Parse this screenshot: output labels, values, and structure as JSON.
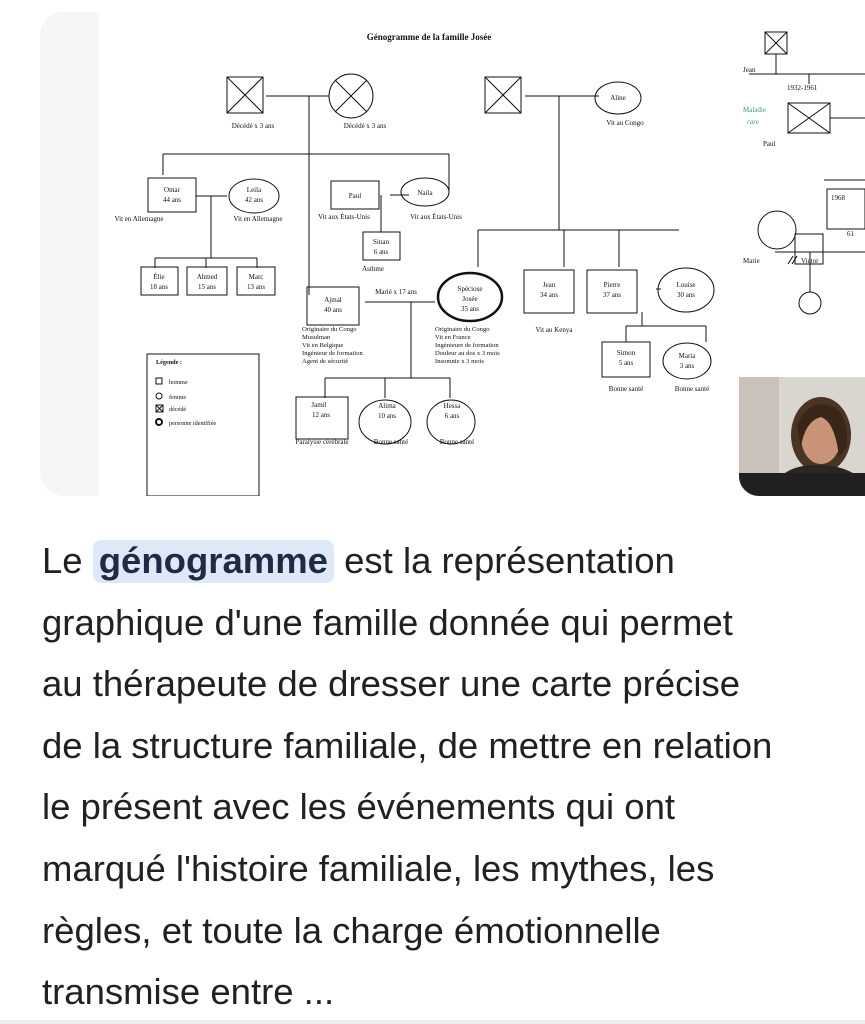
{
  "genogram": {
    "title": "Génogramme de la famille Josée",
    "people": {
      "gp1_note": "Décédé x 3 ans",
      "gp2_note": "Décédé x 3 ans",
      "aline_name": "Aline",
      "aline_note": "Vit au Congo",
      "omar_name": "Omar",
      "omar_age": "44 ans",
      "omar_note": "Vit en Allemagne",
      "leila_name": "Leila",
      "leila_age": "42 ans",
      "leila_note": "Vit en Allemagne",
      "paul_name": "Paul",
      "paul_note": "Vit aux États-Unis",
      "naila_name": "Naila",
      "naila_note": "Vit aux États-Unis",
      "sinan_name": "Sinan",
      "sinan_age": "6 ans",
      "sinan_note": "Asthme",
      "elie_name": "Élie",
      "elie_age": "18 ans",
      "ahmed_name": "Ahmed",
      "ahmed_age": "15 ans",
      "marc_name": "Marc",
      "marc_age": "13 ans",
      "ajmal_name": "Ajmal",
      "ajmal_age": "40 ans",
      "marriage": "Marié x 17 ans",
      "speciose_name1": "Spéciose",
      "speciose_name2": "Josée",
      "speciose_age": "35 ans",
      "jean_name": "Jean",
      "jean_age": "34 ans",
      "jean_note": "Vit au Kenya",
      "pierre_name": "Pierre",
      "pierre_age": "37 ans",
      "louise_name": "Louise",
      "louise_age": "30 ans",
      "simon_name": "Simon",
      "simon_age": "5 ans",
      "simon_note": "Bonne santé",
      "maria_name": "Maria",
      "maria_age": "3 ans",
      "maria_note": "Bonne santé",
      "jamil_name": "Jamil",
      "jamil_age": "12 ans",
      "jamil_note": "Paralysie cérébrale",
      "alima_name": "Alima",
      "alima_age": "10 ans",
      "alima_note": "Bonne santé",
      "hessa_name": "Hessa",
      "hessa_age": "6 ans",
      "hessa_note": "Bonne santé"
    },
    "ajmal_details": [
      "Originaire du Congo",
      "Musulman",
      "Vit en Belgique",
      "Ingénieur de formation",
      "Agent de sécurité"
    ],
    "speciose_details": [
      "Originaire du Congo",
      "Vit en France",
      "Ingénieure de formation",
      "Douleur au dos x 3 mois",
      "Insomnie x 3 mois"
    ],
    "legend": {
      "title": "Légende :",
      "items": [
        "homme",
        "femme",
        "décédé",
        "personne identifiée"
      ]
    }
  },
  "thumbnail": {
    "jean": "Jean",
    "years": "1932-1961",
    "maladie": "Maladie",
    "rare": "rare",
    "paul": "Paul",
    "year2": "1968",
    "num": "61",
    "marie": "Marie",
    "victor": "Victor"
  },
  "snippet": {
    "l1_before": "Le",
    "l1_highlight": "génogramme",
    "l1_after": "est la représentation",
    "lines": [
      "graphique d'une famille donnée qui permet",
      "au thérapeute de dresser une carte précise",
      "de la structure familiale, de mettre en relation",
      "le présent avec les événements qui ont",
      "marqué l'histoire familiale, les mythes, les",
      "règles, et toute la charge émotionnelle",
      "transmise entre ..."
    ]
  },
  "colors": {
    "highlight_bg": "#dde8f9",
    "text": "#202124",
    "thumb_green": "#3a9a7a"
  }
}
